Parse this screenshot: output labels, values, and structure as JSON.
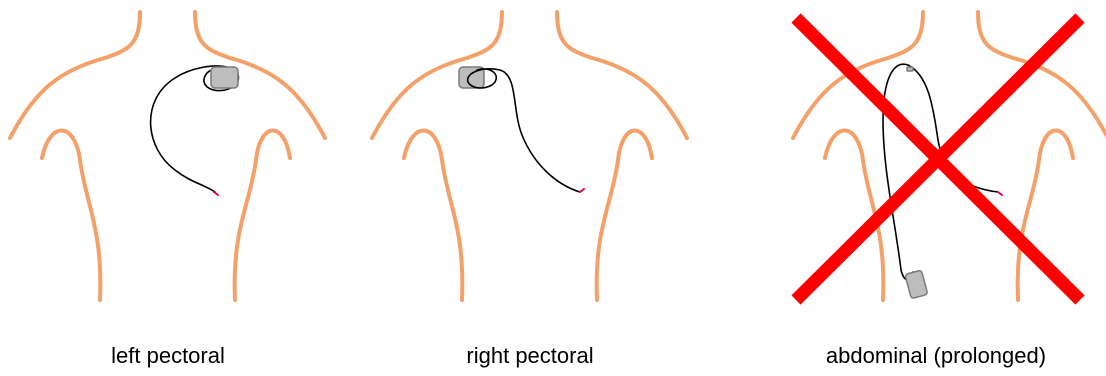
{
  "panels": [
    {
      "id": "left-pectoral",
      "label": "left pectoral",
      "crossed_out": false
    },
    {
      "id": "right-pectoral",
      "label": "right pectoral",
      "crossed_out": false
    },
    {
      "id": "abdominal",
      "label": "abdominal (prolonged)",
      "crossed_out": true
    }
  ],
  "colors": {
    "torso_outline": "#f4a069",
    "lead_wire": "#000000",
    "device_fill": "#bdbdbd",
    "lead_tip": "#e0004d",
    "cross": "#ff0000"
  },
  "icons": [
    "torso-outline-icon",
    "pacemaker-device-icon",
    "lead-wire-icon",
    "red-x-icon"
  ]
}
